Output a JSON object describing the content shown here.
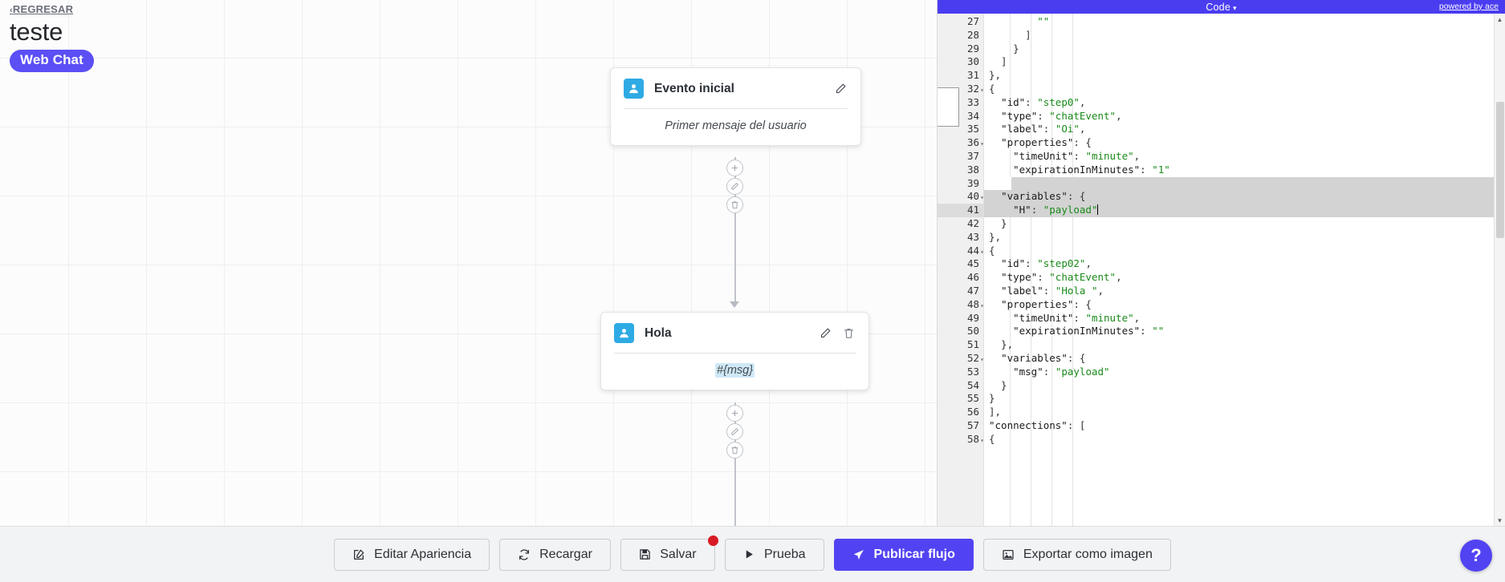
{
  "header": {
    "back_label": "REGRESAR",
    "back_chevron": "‹",
    "flow_title": "teste",
    "channel_badge": "Web Chat"
  },
  "canvas": {
    "nodes": [
      {
        "id": "node-evento-inicial",
        "avatar_icon": "user-avatar-icon",
        "title": "Evento inicial",
        "body": "Primer mensaje del usuario",
        "body_highlighted": false,
        "actions": [
          "edit-icon"
        ]
      },
      {
        "id": "node-hola",
        "avatar_icon": "user-avatar-icon",
        "title": "Hola",
        "body": "#{msg}",
        "body_highlighted": true,
        "actions": [
          "edit-icon",
          "delete-icon"
        ]
      }
    ],
    "connector_buttons": [
      "add-icon",
      "edit-icon",
      "delete-icon"
    ]
  },
  "editor": {
    "title": "Code",
    "title_caret": "▾",
    "powered_by": "powered by ace",
    "first_line_number": 27,
    "active_line": 41,
    "highlighted_lines": [
      39,
      40,
      41
    ],
    "fold_rows": [
      32,
      36,
      40,
      44,
      48,
      52,
      58
    ],
    "fold_widget_glyph": "❯",
    "lines": [
      {
        "n": 27,
        "text": "        \"\""
      },
      {
        "n": 28,
        "text": "      ]"
      },
      {
        "n": 29,
        "text": "    }"
      },
      {
        "n": 30,
        "text": "  ]"
      },
      {
        "n": 31,
        "text": "},"
      },
      {
        "n": 32,
        "text": "{"
      },
      {
        "n": 33,
        "text": "  \"id\": \"step0\","
      },
      {
        "n": 34,
        "text": "  \"type\": \"chatEvent\","
      },
      {
        "n": 35,
        "text": "  \"label\": \"Oi\","
      },
      {
        "n": 36,
        "text": "  \"properties\": {"
      },
      {
        "n": 37,
        "text": "    \"timeUnit\": \"minute\","
      },
      {
        "n": 38,
        "text": "    \"expirationInMinutes\": \"1\""
      },
      {
        "n": 39,
        "text": "  },"
      },
      {
        "n": 40,
        "text": "  \"variables\": {"
      },
      {
        "n": 41,
        "text": "    \"H\": \"payload\""
      },
      {
        "n": 42,
        "text": "  }"
      },
      {
        "n": 43,
        "text": "},"
      },
      {
        "n": 44,
        "text": "{"
      },
      {
        "n": 45,
        "text": "  \"id\": \"step02\","
      },
      {
        "n": 46,
        "text": "  \"type\": \"chatEvent\","
      },
      {
        "n": 47,
        "text": "  \"label\": \"Hola \","
      },
      {
        "n": 48,
        "text": "  \"properties\": {"
      },
      {
        "n": 49,
        "text": "    \"timeUnit\": \"minute\","
      },
      {
        "n": 50,
        "text": "    \"expirationInMinutes\": \"\""
      },
      {
        "n": 51,
        "text": "  },"
      },
      {
        "n": 52,
        "text": "  \"variables\": {"
      },
      {
        "n": 53,
        "text": "    \"msg\": \"payload\""
      },
      {
        "n": 54,
        "text": "  }"
      },
      {
        "n": 55,
        "text": "}"
      },
      {
        "n": 56,
        "text": "],"
      },
      {
        "n": 57,
        "text": "\"connections\": ["
      },
      {
        "n": 58,
        "text": "{"
      }
    ]
  },
  "toolbar": {
    "buttons": [
      {
        "label": "Editar Apariencia",
        "icon": "edit-square-icon",
        "primary": false,
        "badge": false
      },
      {
        "label": "Recargar",
        "icon": "refresh-icon",
        "primary": false,
        "badge": false
      },
      {
        "label": "Salvar",
        "icon": "save-disk-icon",
        "primary": false,
        "badge": true
      },
      {
        "label": "Prueba",
        "icon": "play-icon",
        "primary": false,
        "badge": false
      },
      {
        "label": "Publicar flujo",
        "icon": "send-icon",
        "primary": true,
        "badge": false
      },
      {
        "label": "Exportar como imagen",
        "icon": "image-icon",
        "primary": false,
        "badge": false
      }
    ],
    "help_label": "?"
  },
  "colors": {
    "brand_purple": "#5243f2",
    "editor_bar": "#4a3df0",
    "avatar_blue": "#2eaae4",
    "badge_red": "#d81b24",
    "chip_blue": "#cfe8f7"
  }
}
